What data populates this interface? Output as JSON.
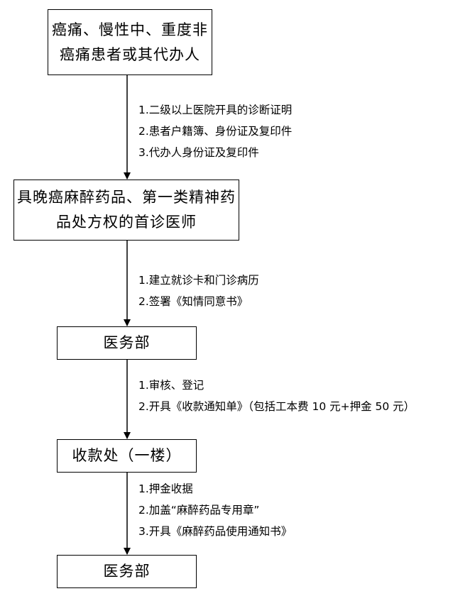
{
  "steps": [
    {
      "lines": [
        "癌痛、慢性中、重度非",
        "癌痛患者或其代办人"
      ]
    },
    {
      "lines": [
        "具晚癌麻醉药品、第一类精神药",
        "品处方权的首诊医师"
      ]
    },
    {
      "lines": [
        "医务部"
      ]
    },
    {
      "lines": [
        "收款处（一楼）"
      ]
    },
    {
      "lines": [
        "医务部"
      ]
    }
  ],
  "transitions": [
    {
      "items": [
        "1.二级以上医院开具的诊断证明",
        "2.患者户籍簿、身份证及复印件",
        "3.代办人身份证及复印件"
      ]
    },
    {
      "items": [
        "1.建立就诊卡和门诊病历",
        "2.签署《知情同意书》"
      ]
    },
    {
      "items": [
        "1.审核、登记",
        "2.开具《收款通知单》（包括工本费 10 元+押金 50 元）"
      ]
    },
    {
      "items": [
        "1.押金收据",
        "2.加盖“麻醉药品专用章”",
        "3.开具《麻醉药品使用通知书》"
      ]
    }
  ]
}
